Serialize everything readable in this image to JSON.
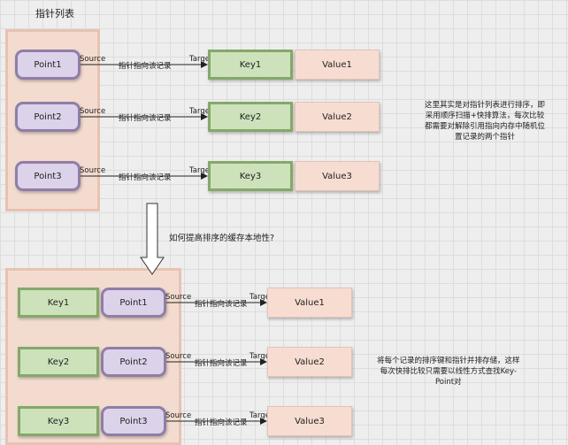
{
  "title": "指针列表",
  "top": {
    "rows": [
      {
        "point": "Point1",
        "source": "Source",
        "edge": "指针指向该记录",
        "target": "Target",
        "key": "Key1",
        "value": "Value1"
      },
      {
        "point": "Point2",
        "source": "Source",
        "edge": "指针指向该记录",
        "target": "Target",
        "key": "Key2",
        "value": "Value2"
      },
      {
        "point": "Point3",
        "source": "Source",
        "edge": "指针指向该记录",
        "target": "Target",
        "key": "Key3",
        "value": "Value3"
      }
    ],
    "note": [
      "这里其实是对指针列表进行排序，即",
      "采用顺序扫描+快排算法，每次比较",
      "都需要对解除引用指向内存中随机位",
      "置记录的两个指针"
    ]
  },
  "question": "如何提高排序的缓存本地性?",
  "bottom": {
    "rows": [
      {
        "key": "Key1",
        "point": "Point1",
        "source": "Source",
        "edge": "指针指向该记录",
        "target": "Target",
        "value": "Value1"
      },
      {
        "key": "Key2",
        "point": "Point2",
        "source": "Source",
        "edge": "指针指向该记录",
        "target": "Target",
        "value": "Value2"
      },
      {
        "key": "Key3",
        "point": "Point3",
        "source": "Source",
        "edge": "指针指向该记录",
        "target": "Target",
        "value": "Value3"
      }
    ],
    "note": [
      "将每个记录的排序键和指针并排存储，这样",
      "每次快排比较只需要以线性方式查找Key-",
      "Point对"
    ]
  }
}
